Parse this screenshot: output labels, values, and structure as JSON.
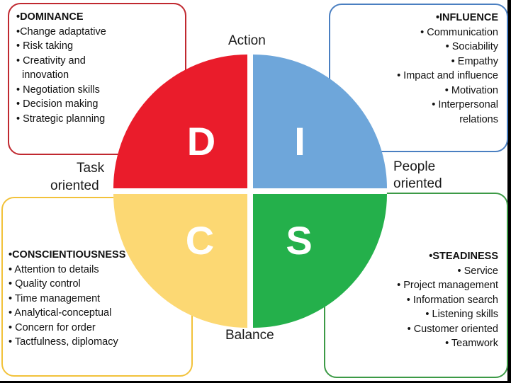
{
  "center": {
    "top_label": "Action",
    "bottom_label": "Balance",
    "left_label_line1": "Task",
    "left_label_line2": "oriented",
    "right_label_line1": "People",
    "right_label_line2": "oriented"
  },
  "quadrants": {
    "d": {
      "letter": "D",
      "color": "#ea1c2b"
    },
    "i": {
      "letter": "I",
      "color": "#6ea6da"
    },
    "c": {
      "letter": "C",
      "color": "#fcd873"
    },
    "s": {
      "letter": "S",
      "color": "#24b04b"
    }
  },
  "dominance": {
    "title": "•DOMINANCE",
    "items": [
      "•Change adaptative",
      "• Risk taking",
      "• Creativity and",
      "   innovation",
      "• Negotiation skills",
      "• Decision making",
      "• Strategic planning"
    ]
  },
  "influence": {
    "title": "•INFLUENCE",
    "items": [
      "• Communication",
      "• Sociability",
      "• Empathy",
      "• Impact and influence",
      "• Motivation",
      "• Interpersonal",
      "relations"
    ]
  },
  "conscientiousness": {
    "title": "•CONSCIENTIOUSNESS",
    "items": [
      "• Attention to details",
      "• Quality control",
      "• Time management",
      "• Analytical-conceptual",
      "• Concern for order",
      "• Tactfulness, diplomacy"
    ]
  },
  "steadiness": {
    "title": "•STEADINESS",
    "items": [
      "• Service",
      "• Project management",
      "• Information search",
      "• Listening skills",
      "• Customer oriented",
      "• Teamwork"
    ]
  }
}
